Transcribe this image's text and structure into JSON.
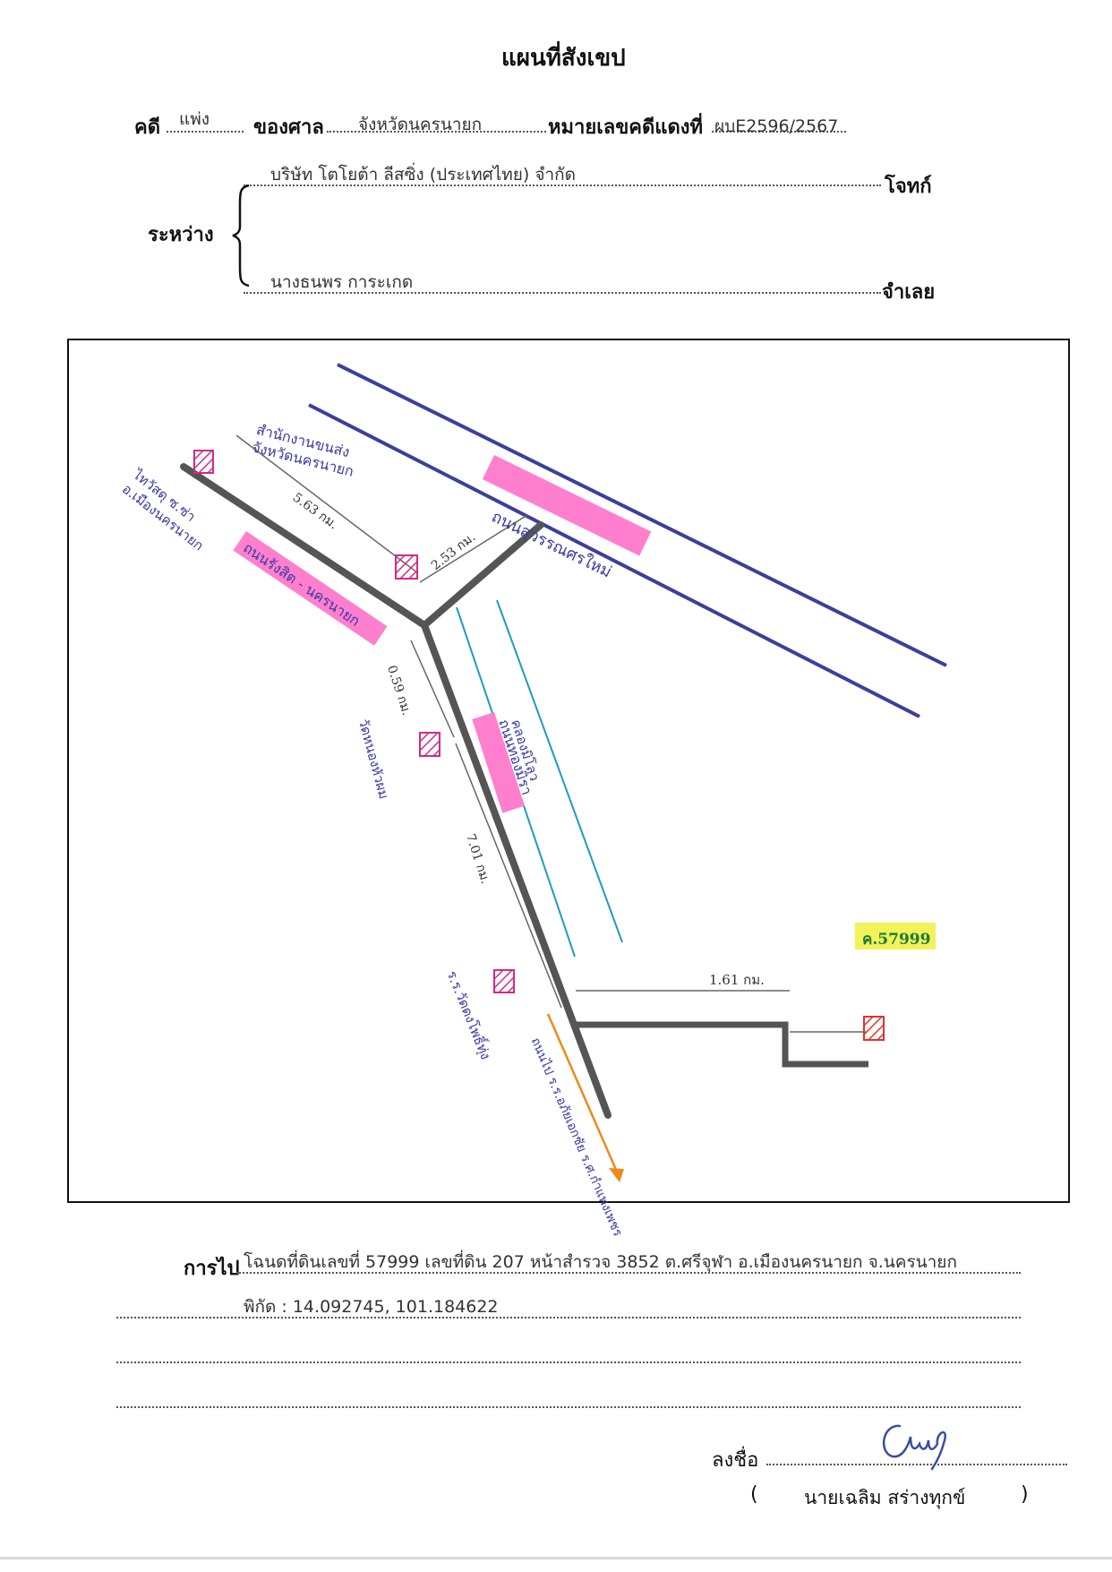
{
  "header": {
    "title": "แผนที่สังเขป",
    "case_label": "คดี",
    "case_type": "แพ่ง",
    "court_label": "ของศาล",
    "court_name": "จังหวัดนครนายก",
    "red_case_label": "หมายเลขคดีแดงที่",
    "red_case_no": "ผบE2596/2567"
  },
  "parties": {
    "between_label": "ระหว่าง",
    "plaintiff_name": "บริษัท โตโยต้า ลีสซิ่ง (ประเทศไทย) จำกัด",
    "plaintiff_label": "โจทก์",
    "defendant_name": "นางธนพร การะเกด",
    "defendant_label": "จำเลย"
  },
  "map": {
    "road_main": "ถนนสุวรรณศรใหม่",
    "road_rangsit": "ถนนรังสิต - นครนายก",
    "road_local": "ถนนทองมิรา",
    "office": "สำนักงานขนส่ง\nจังหวัดนครนายก",
    "store": "ไทวัสดุ ซ.ซ่า\nอ.เมืองนครนายก",
    "temple1": "วัดหนองหัวผม",
    "temple2": "ร.ร.วัดดงโพธิ์ทุ่ง",
    "canal": "คลองมิโลว",
    "to_direction": "ถนนไป ร.ร.อภัยเอกชัย ร.ศ.กำแพงเพชร",
    "parcel": "ค.57999",
    "distances": {
      "d_rangsit": "5.63 กม.",
      "d_office": "2.53 กม.",
      "d_temple": "0.59 กม.",
      "d_local": "7.01 กม.",
      "d_branch": "1.61 กม."
    },
    "colors": {
      "main_road": "#3b3f9c",
      "road": "#4a4a4a",
      "canal": "#1e9bc0",
      "highlight_pink": "#ff7fcf",
      "highlight_yellow": "#f2f25a",
      "landmark": "#d12a86",
      "ink": "#3a3aa0",
      "arrow": "#ee8a1a"
    }
  },
  "route": {
    "label": "การไป",
    "line1": "โฉนดที่ดินเลขที่ 57999 เลขที่ดิน 207 หน้าสำรวจ 3852 ต.ศรีจุฬา อ.เมืองนครนายก จ.นครนายก",
    "line2": "พิกัด : 14.092745, 101.184622"
  },
  "signature": {
    "sign_label": "ลงชื่อ",
    "open_paren": "(",
    "signer_name": "นายเฉลิม  สร่างทุกข์",
    "close_paren": ")"
  }
}
